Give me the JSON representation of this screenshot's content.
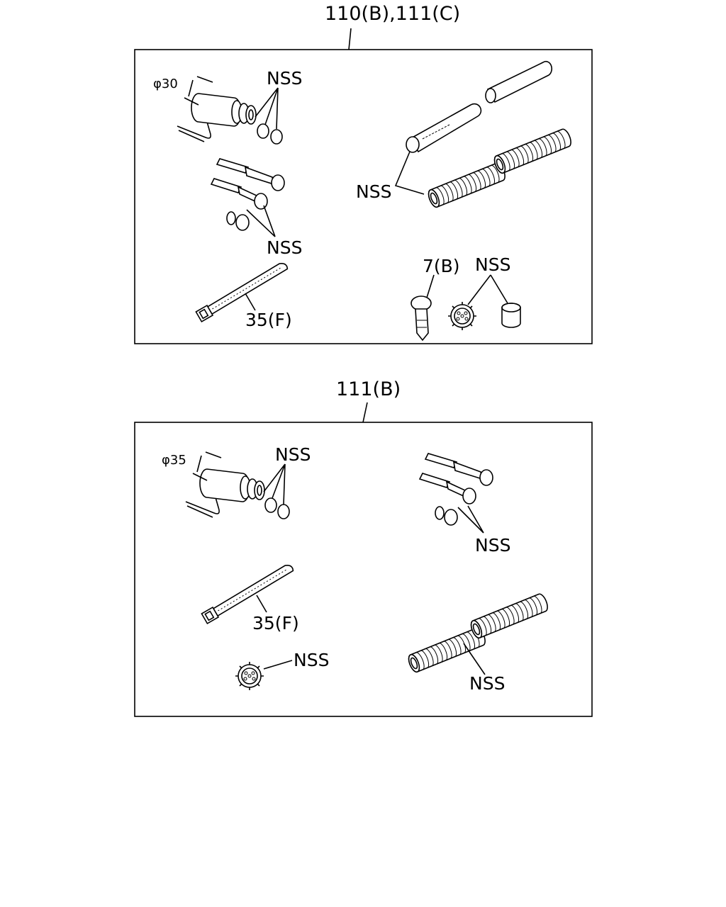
{
  "panels": [
    {
      "title": "110(B),111(C)",
      "labels": {
        "dia": "φ30",
        "nss_grommet": "NSS",
        "nss_terminals": "NSS",
        "nss_tubes": "NSS",
        "tie": "35(F)",
        "clip": "7(B)",
        "nss_caps": "NSS"
      }
    },
    {
      "title": "111(B)",
      "labels": {
        "dia": "φ35",
        "nss_grommet": "NSS",
        "nss_terminals": "NSS",
        "tie": "35(F)",
        "nss_gear": "NSS",
        "nss_tubes": "NSS"
      }
    }
  ]
}
